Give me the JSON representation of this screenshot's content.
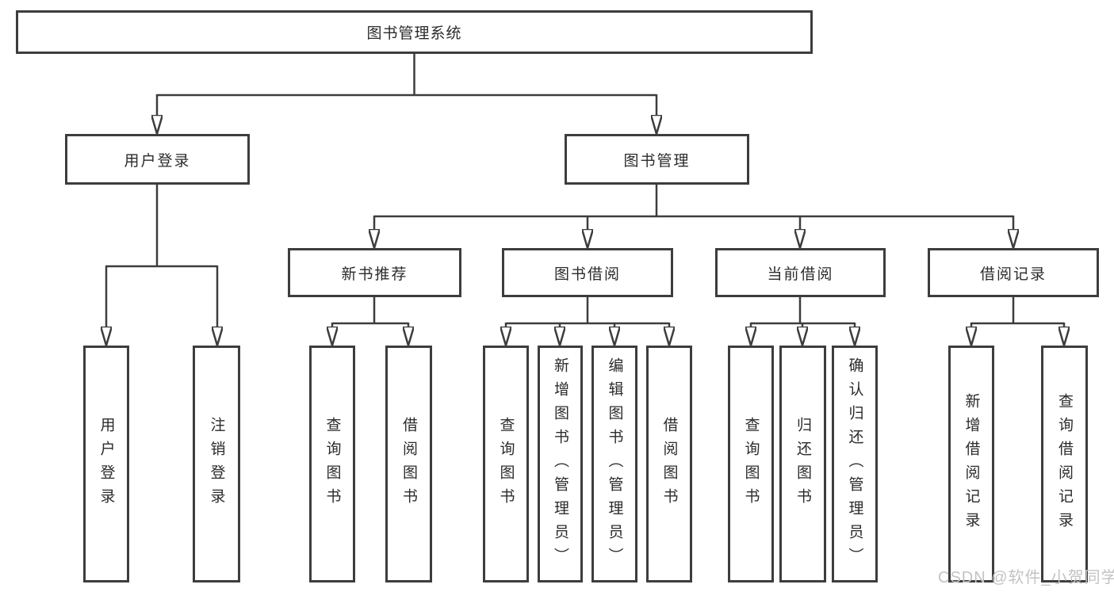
{
  "tree": {
    "root": "图书管理系统",
    "children": [
      {
        "label": "用户登录",
        "children": [
          {
            "label": "用户登录"
          },
          {
            "label": "注销登录"
          }
        ]
      },
      {
        "label": "图书管理",
        "children": [
          {
            "label": "新书推荐",
            "children": [
              {
                "label": "查询图书"
              },
              {
                "label": "借阅图书"
              }
            ]
          },
          {
            "label": "图书借阅",
            "children": [
              {
                "label": "查询图书"
              },
              {
                "label": "新增图书（管理员）"
              },
              {
                "label": "编辑图书（管理员）"
              },
              {
                "label": "借阅图书"
              }
            ]
          },
          {
            "label": "当前借阅",
            "children": [
              {
                "label": "查询图书"
              },
              {
                "label": "归还图书"
              },
              {
                "label": "确认归还（管理员）"
              }
            ]
          },
          {
            "label": "借阅记录",
            "children": [
              {
                "label": "新增借阅记录"
              },
              {
                "label": "查询借阅记录"
              }
            ]
          }
        ]
      }
    ]
  },
  "watermark": "CSDN @软件_小贺同学",
  "colors": {
    "line": "#3d3d3d",
    "box_border": "#3d3d3d",
    "text": "#2b2b2b",
    "watermark": "#c3c3c3",
    "background": "#ffffff"
  }
}
